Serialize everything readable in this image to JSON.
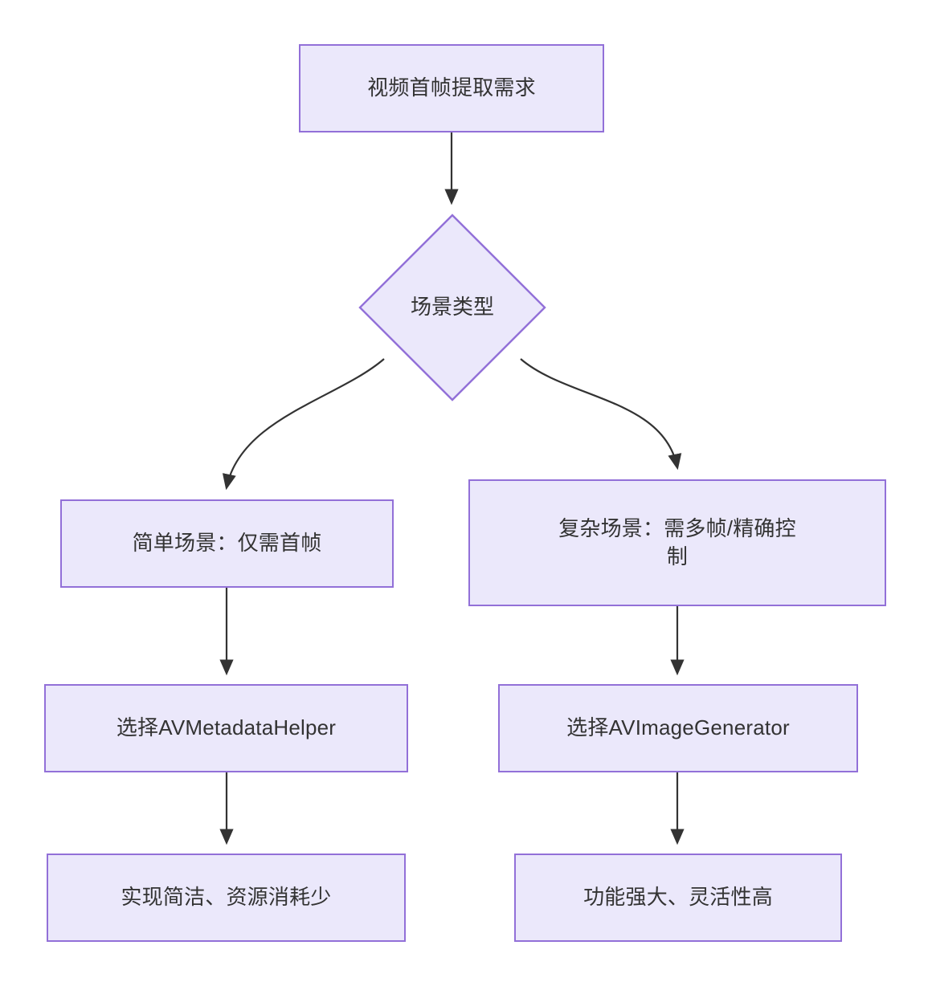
{
  "diagram": {
    "type": "flowchart",
    "direction": "top-down",
    "background_color": "#ffffff",
    "node_fill_color": "#ebe8fb",
    "node_border_color": "#9270d8",
    "node_text_color": "#333333",
    "edge_color": "#333333"
  },
  "nodes": [
    {
      "id": "start",
      "shape": "rectangle",
      "label": "视频首帧提取需求"
    },
    {
      "id": "decision",
      "shape": "diamond",
      "label": "场景类型"
    },
    {
      "id": "simple",
      "shape": "rectangle",
      "label": "简单场景：仅需首帧"
    },
    {
      "id": "complex",
      "shape": "rectangle",
      "label": "复杂场景：需多帧/精确控\n制"
    },
    {
      "id": "choose_metadata_helper",
      "shape": "rectangle",
      "label": "选择AVMetadataHelper"
    },
    {
      "id": "choose_image_generator",
      "shape": "rectangle",
      "label": "选择AVImageGenerator"
    },
    {
      "id": "result_simple",
      "shape": "rectangle",
      "label": "实现简洁、资源消耗少"
    },
    {
      "id": "result_complex",
      "shape": "rectangle",
      "label": "功能强大、灵活性高"
    }
  ],
  "edges": [
    {
      "from": "start",
      "to": "decision",
      "label": "",
      "style": "straight-arrow"
    },
    {
      "from": "decision",
      "to": "simple",
      "label": "",
      "style": "curved-arrow"
    },
    {
      "from": "decision",
      "to": "complex",
      "label": "",
      "style": "curved-arrow"
    },
    {
      "from": "simple",
      "to": "choose_metadata_helper",
      "label": "",
      "style": "straight-arrow"
    },
    {
      "from": "complex",
      "to": "choose_image_generator",
      "label": "",
      "style": "straight-arrow"
    },
    {
      "from": "choose_metadata_helper",
      "to": "result_simple",
      "label": "",
      "style": "straight-arrow"
    },
    {
      "from": "choose_image_generator",
      "to": "result_complex",
      "label": "",
      "style": "straight-arrow"
    }
  ]
}
